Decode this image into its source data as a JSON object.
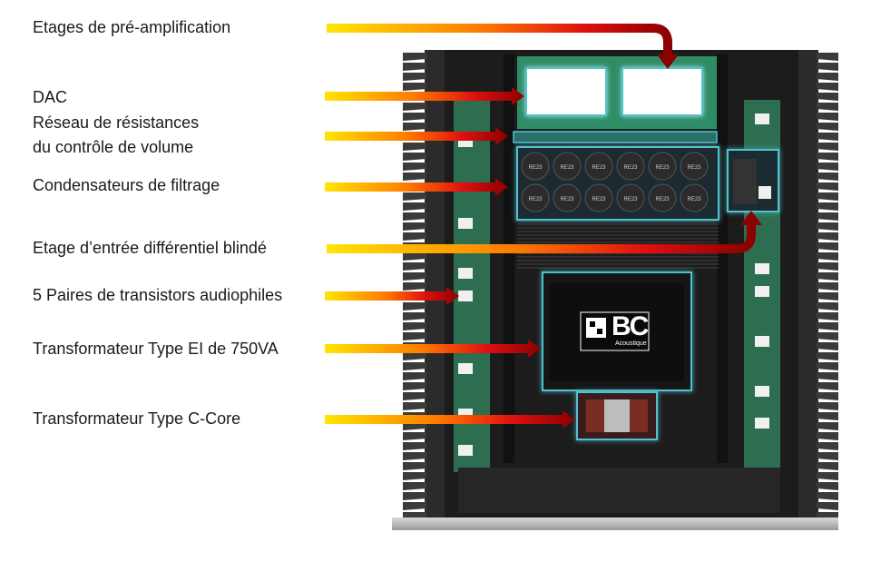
{
  "labels": [
    "Etages de pré-amplification",
    "DAC",
    "Réseau de résistances",
    "du contrôle de volume",
    "Condensateurs de filtrage",
    "Etage d’entrée différentiel blindé",
    "5 Paires de transistors audiophiles",
    "Transformateur Type EI de 750VA",
    "Transformateur Type C-Core"
  ],
  "brand": {
    "mark": "BC",
    "sub": "Acoustique"
  },
  "capacitor_marks": [
    "RE23",
    "RE23",
    "RE23",
    "RE23",
    "RE23",
    "RE23",
    "RE23",
    "RE23",
    "RE23",
    "RE23",
    "RE23",
    "RE23"
  ],
  "colors": {
    "arrow_start": "#ffe600",
    "arrow_mid": "#ff3300",
    "arrow_end": "#8b0000",
    "highlight_border": "#4fc3d0",
    "chassis": "#1c1c1c",
    "pcb": "#2e8a63"
  }
}
